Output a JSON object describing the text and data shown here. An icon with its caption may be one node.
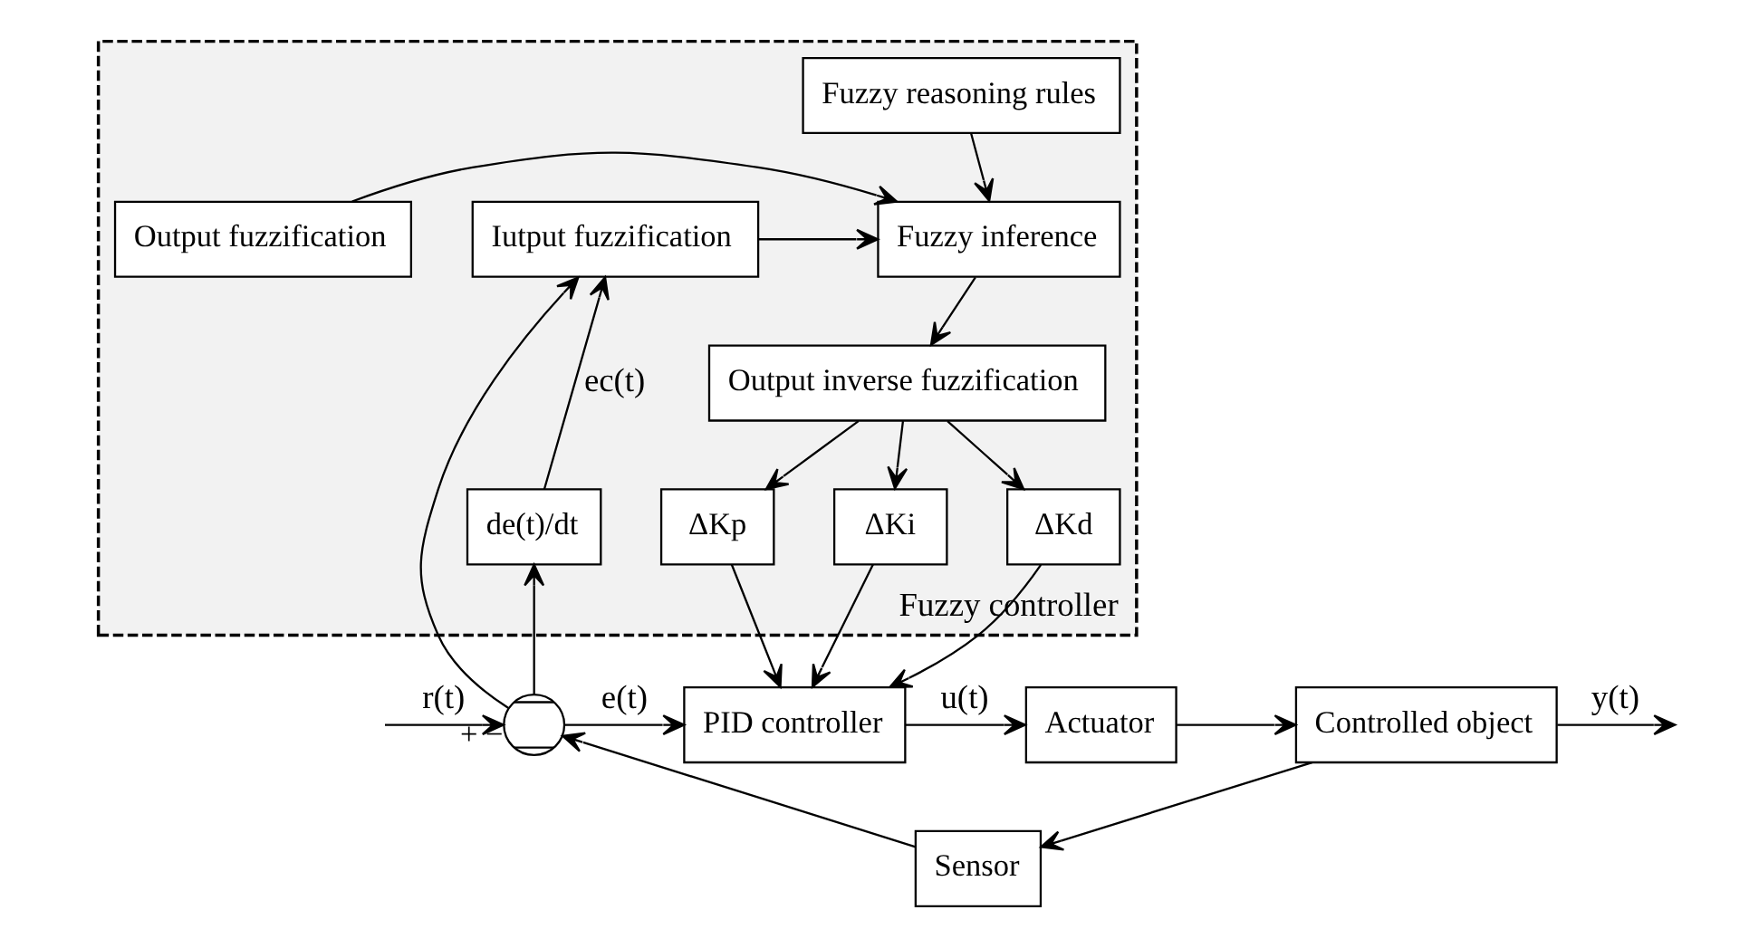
{
  "diagram": {
    "nodes": [
      {
        "text": [
          "Fuzzy controller"
        ]
      },
      {
        "text": [
          "Fuzzy reasoning rules"
        ],
        "in": 0
      },
      {
        "text": [
          "Iutput fuzzification"
        ],
        "in": 0
      },
      {
        "text": [
          "Fuzzy inference"
        ],
        "in": 0
      },
      {
        "text": [
          "Output fuzzification"
        ],
        "in": 0
      },
      {
        "text": [
          "Output inverse fuzzification"
        ],
        "in": 0
      },
      {
        "text": [
          "de(t)/dt"
        ],
        "in": 0
      },
      {
        "text": [
          "ΔKp"
        ],
        "in": 0
      },
      {
        "text": [
          "ΔKi"
        ],
        "in": 0
      },
      {
        "text": [
          "ΔKd"
        ],
        "in": 0
      },
      {
        "text": [],
        "shape": "circle",
        "beside": [
          "+",
          "−"
        ]
      },
      {
        "text": [
          "PID controller"
        ]
      },
      {
        "text": [
          "Actuator"
        ]
      },
      {
        "text": [
          "Controlled object"
        ]
      },
      {
        "text": [
          "Sensor"
        ]
      }
    ],
    "edges": [
      {
        "from": null,
        "to": 10,
        "arrow": "to",
        "label": "r(t)"
      },
      {
        "from": 10,
        "to": 11,
        "arrow": "to",
        "label": "e(t)"
      },
      {
        "from": 10,
        "to": 2,
        "arrow": "to"
      },
      {
        "from": 10,
        "to": 6,
        "arrow": "to"
      },
      {
        "from": 6,
        "to": 2,
        "arrow": "to",
        "label": "ec(t)"
      },
      {
        "from": 1,
        "to": 3,
        "arrow": "to"
      },
      {
        "from": 2,
        "to": 3,
        "arrow": "to"
      },
      {
        "from": 4,
        "to": 3,
        "arrow": "to"
      },
      {
        "from": 3,
        "to": 5,
        "arrow": "to"
      },
      {
        "from": 5,
        "to": 7,
        "arrow": "to"
      },
      {
        "from": 5,
        "to": 8,
        "arrow": "to"
      },
      {
        "from": 5,
        "to": 9,
        "arrow": "to"
      },
      {
        "from": 7,
        "to": 11,
        "arrow": "to"
      },
      {
        "from": 8,
        "to": 11,
        "arrow": "to"
      },
      {
        "from": 9,
        "to": 11,
        "arrow": "to"
      },
      {
        "from": 11,
        "to": 12,
        "arrow": "to",
        "label": "u(t)"
      },
      {
        "from": 12,
        "to": 13,
        "arrow": "to"
      },
      {
        "from": 13,
        "to": null,
        "arrow": "to",
        "label": "y(t)"
      },
      {
        "from": 13,
        "to": 14,
        "arrow": "to"
      },
      {
        "from": 14,
        "to": 10,
        "arrow": "to"
      }
    ]
  }
}
